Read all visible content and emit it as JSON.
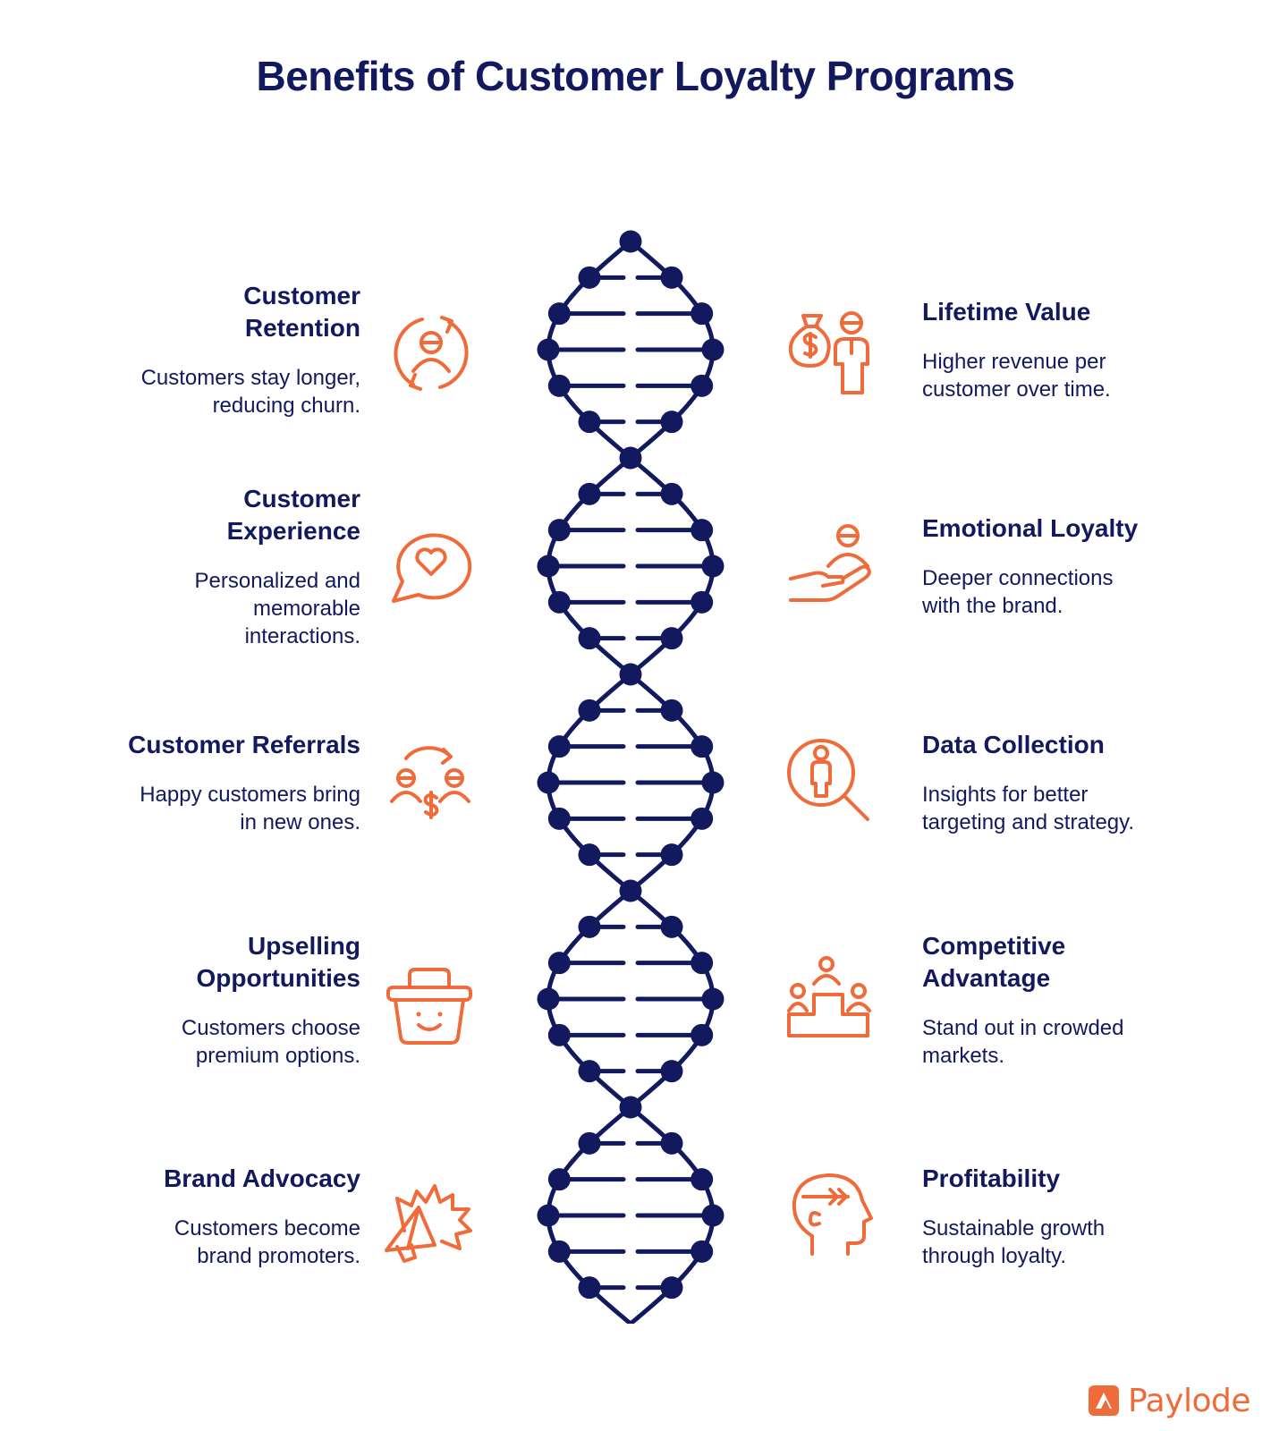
{
  "title": "Benefits of Customer Loyalty Programs",
  "colors": {
    "navy": "#12195e",
    "accent": "#ef6b3a",
    "background": "#ffffff"
  },
  "left_items": [
    {
      "title": "Customer\nRetention",
      "description": "Customers stay longer,\nreducing churn.",
      "icon": "customer-retention-icon"
    },
    {
      "title": "Customer\nExperience",
      "description": "Personalized and\nmemorable\ninteractions.",
      "icon": "chat-heart-icon"
    },
    {
      "title": "Customer Referrals",
      "description": "Happy customers bring\nin new ones.",
      "icon": "referral-icon"
    },
    {
      "title": "Upselling\nOpportunities",
      "description": "Customers choose\npremium options.",
      "icon": "shopping-basket-icon"
    },
    {
      "title": "Brand Advocacy",
      "description": "Customers become\nbrand promoters.",
      "icon": "megaphone-icon"
    }
  ],
  "right_items": [
    {
      "title": "Lifetime Value",
      "description": "Higher revenue per\ncustomer over time.",
      "icon": "money-bag-person-icon"
    },
    {
      "title": "Emotional Loyalty",
      "description": "Deeper connections\nwith the brand.",
      "icon": "hand-person-icon"
    },
    {
      "title": "Data Collection",
      "description": "Insights for better\ntargeting and strategy.",
      "icon": "magnifier-person-icon"
    },
    {
      "title": "Competitive\nAdvantage",
      "description": "Stand out in crowded\nmarkets.",
      "icon": "podium-icon"
    },
    {
      "title": "Profitability",
      "description": "Sustainable growth\nthrough loyalty.",
      "icon": "head-growth-icon"
    }
  ],
  "brand": {
    "name": "Paylode",
    "icon": "paylode-logo-icon"
  },
  "helix_icon": "dna-helix-icon"
}
